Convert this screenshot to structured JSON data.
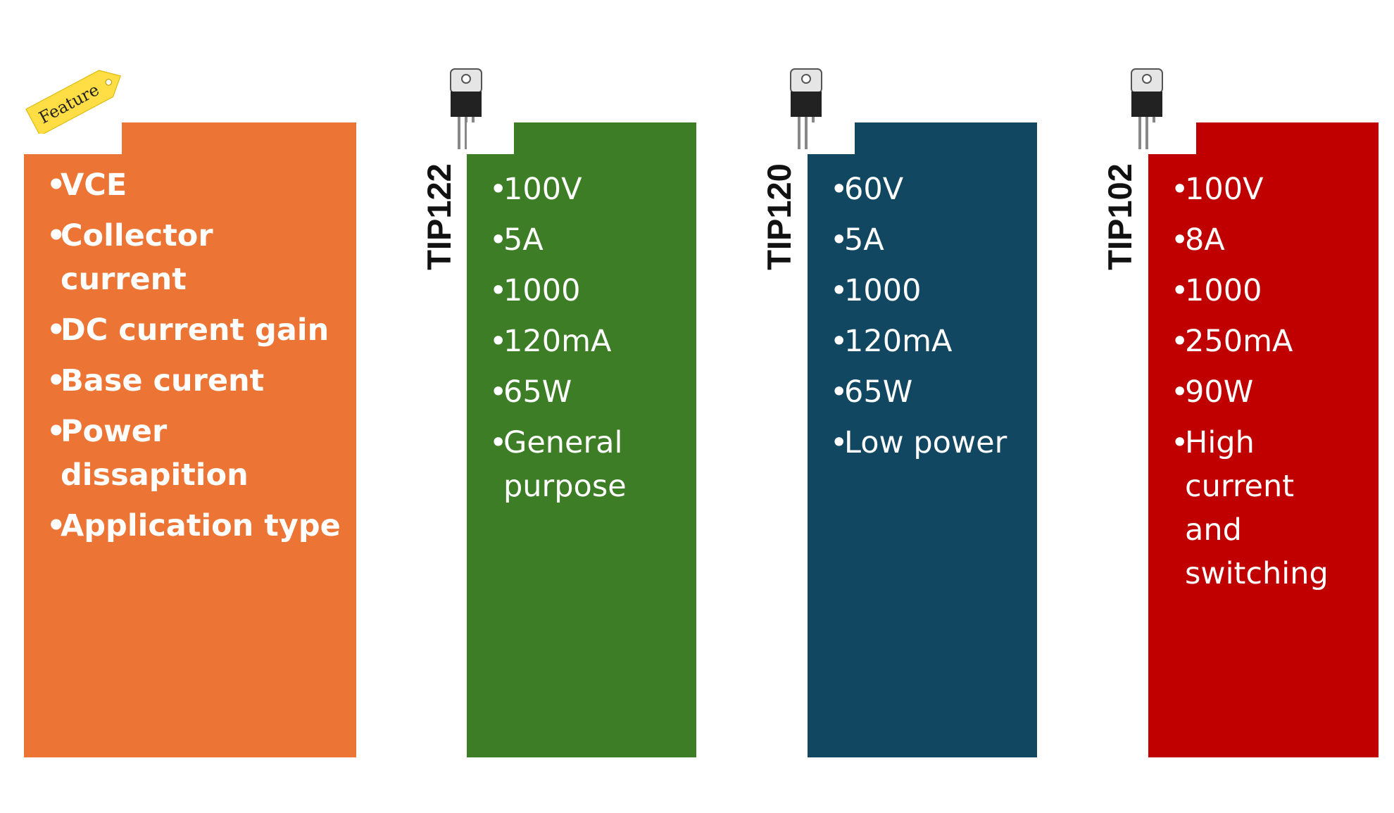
{
  "features": {
    "tag": "Feature",
    "items": [
      "VCE",
      "Collector current",
      "DC current gain",
      "Base curent",
      "Power dissapition",
      "Application type"
    ]
  },
  "columns": [
    {
      "part": "TIP122",
      "values": [
        "100V",
        "5A",
        "1000",
        "120mA",
        "65W",
        "General purpose"
      ]
    },
    {
      "part": "TIP120",
      "values": [
        "60V",
        "5A",
        "1000",
        "120mA",
        "65W",
        "Low power"
      ]
    },
    {
      "part": "TIP102",
      "values": [
        "100V",
        "8A",
        "1000",
        "250mA",
        "90W",
        "High current and switching"
      ]
    }
  ],
  "colors": {
    "features": "#EC7535",
    "TIP122": "#3D7D26",
    "TIP120": "#124762",
    "TIP102": "#C00000",
    "tag": "#FFDD44"
  }
}
